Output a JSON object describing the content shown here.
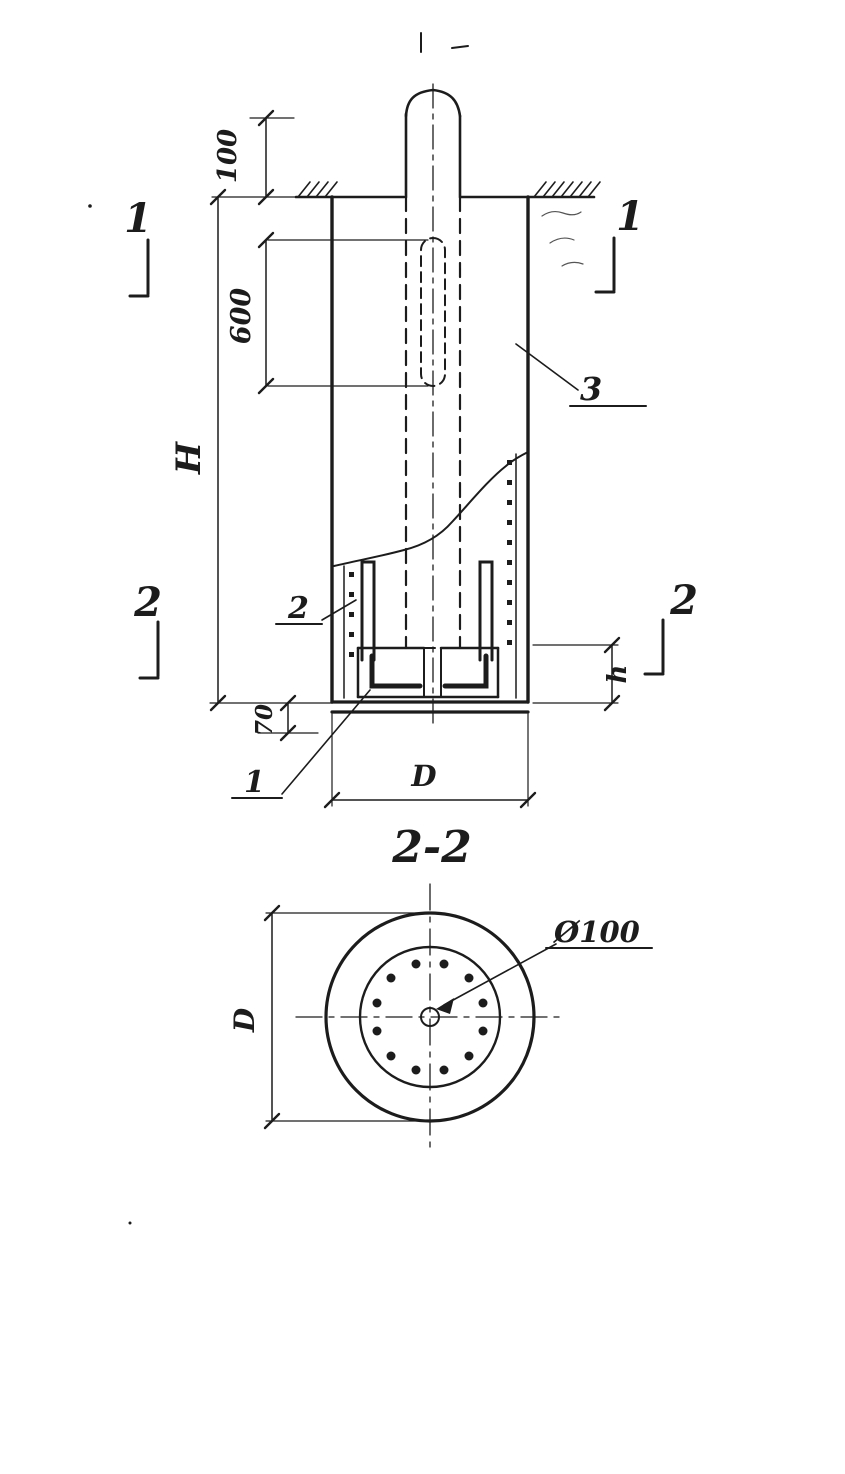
{
  "colors": {
    "ink": "#1c1c1c",
    "paper": "#ffffff"
  },
  "main_view": {
    "dim_100": "100",
    "dim_600": "600",
    "dim_H": "H",
    "dim_70": "70",
    "dim_D": "D",
    "dim_h": "h",
    "section_marker_1_left": "1",
    "section_marker_1_right": "1",
    "section_marker_2_left": "2",
    "section_marker_2_right": "2",
    "part_label_1": "1",
    "part_label_2": "2",
    "part_label_3": "3"
  },
  "section_view": {
    "title": "2-2",
    "dim_D": "D",
    "dim_diameter": "Ø100"
  }
}
